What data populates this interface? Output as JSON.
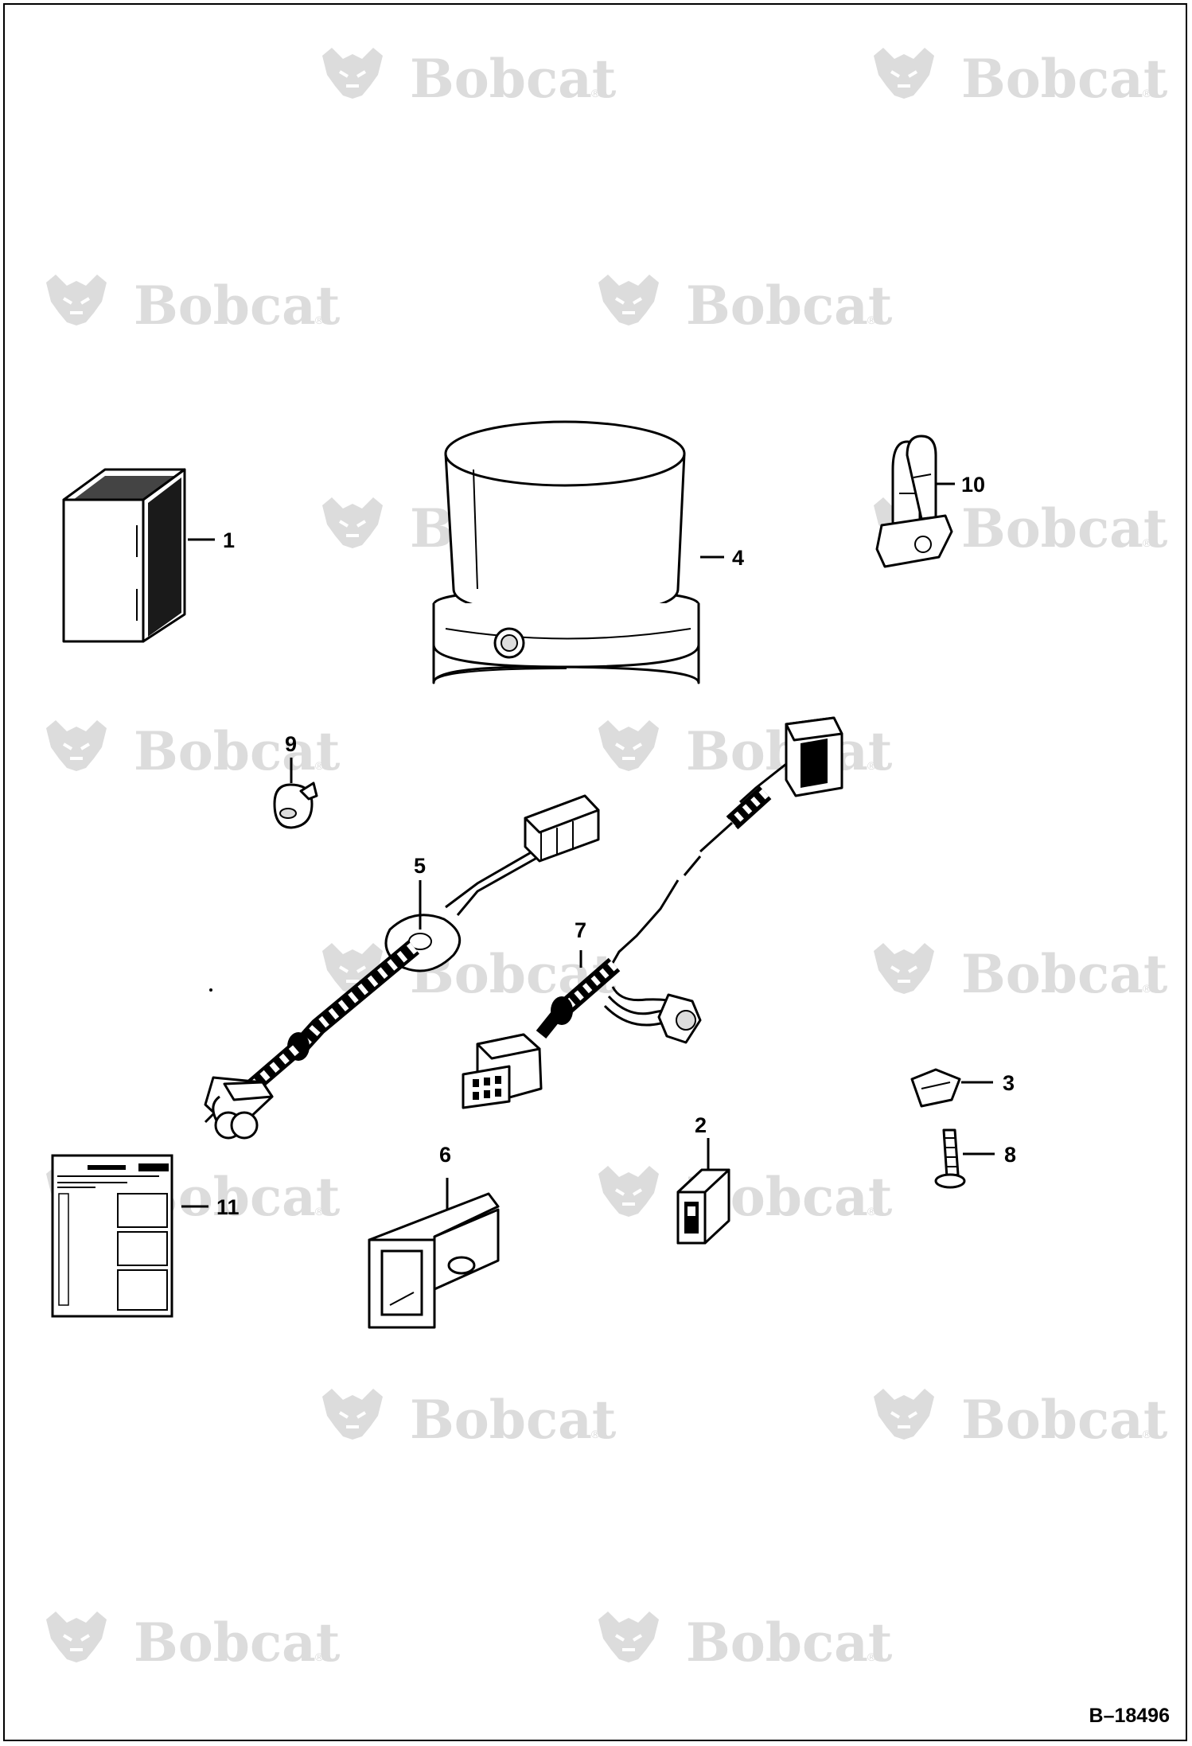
{
  "watermark": {
    "brand": "Bobcat",
    "mark": "®",
    "color": "#dcdcdc"
  },
  "figure_id": "B–18496",
  "callouts": [
    "1",
    "2",
    "3",
    "4",
    "5",
    "6",
    "7",
    "8",
    "9",
    "10",
    "11"
  ],
  "parts": [
    {
      "callout": "1",
      "icon": "relay-box-icon"
    },
    {
      "callout": "2",
      "icon": "rocker-switch-icon"
    },
    {
      "callout": "3",
      "icon": "nut-clip-icon"
    },
    {
      "callout": "4",
      "icon": "beacon-light-icon"
    },
    {
      "callout": "5",
      "icon": "harness-with-grommet-icon"
    },
    {
      "callout": "6",
      "icon": "switch-bracket-icon"
    },
    {
      "callout": "7",
      "icon": "wiring-harness-icon"
    },
    {
      "callout": "8",
      "icon": "bolt-icon"
    },
    {
      "callout": "9",
      "icon": "grommet-plug-icon"
    },
    {
      "callout": "10",
      "icon": "mount-bracket-icon"
    },
    {
      "callout": "11",
      "icon": "instructions-sheet-icon"
    }
  ]
}
